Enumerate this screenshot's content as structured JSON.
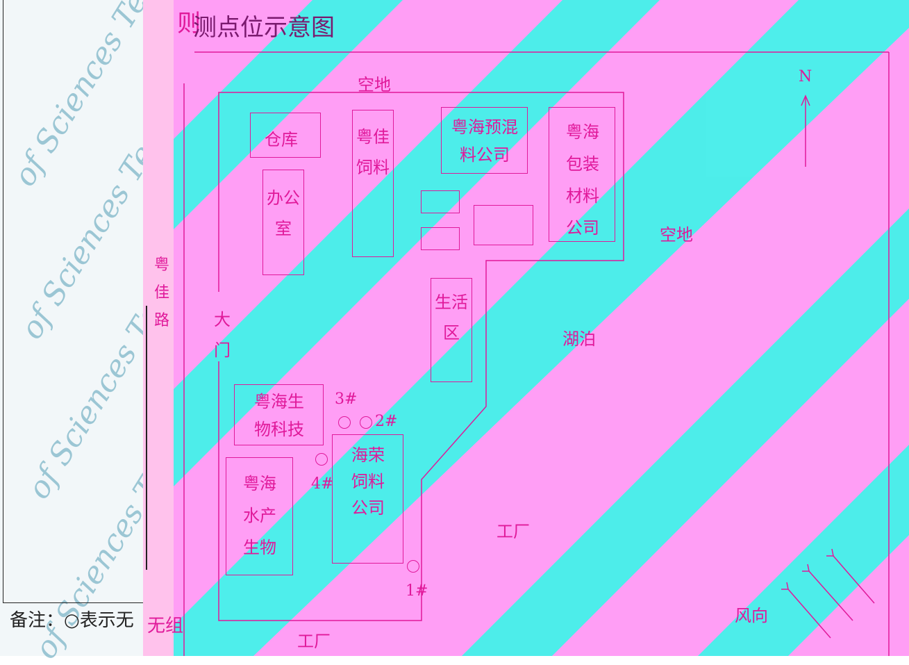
{
  "title": "测点位示意图",
  "title_fragment": "则",
  "road": "粤佳路",
  "labels": {
    "open_space_top": "空地",
    "open_space_right": "空地",
    "warehouse": "仓库",
    "office": "办公室",
    "yuejia_feed": "粤佳饲料",
    "premix": "粤海预混料公司",
    "packaging": "粤海包装材料公司",
    "living_area": "生活区",
    "lake": "湖泊",
    "gate": "大门",
    "biotech": "粤海生物科技",
    "aquatic": "粤海水产生物",
    "hairong": "海荣饲料公司",
    "factory_middle": "工厂",
    "factory_bottom": "工厂",
    "north": "N",
    "wind": "风向"
  },
  "points": {
    "p1": "1#",
    "p2": "2#",
    "p3": "3#",
    "p4": "4#"
  },
  "note": {
    "prefix": "备注：",
    "text": "○表示无",
    "tail": "无组"
  },
  "colors": {
    "map_bg": "#ff9ef5",
    "stripe": "#44f2ea",
    "line": "#e0199a",
    "watermark": "#7fb6c8"
  },
  "watermark_text": "of Sciences Testing"
}
